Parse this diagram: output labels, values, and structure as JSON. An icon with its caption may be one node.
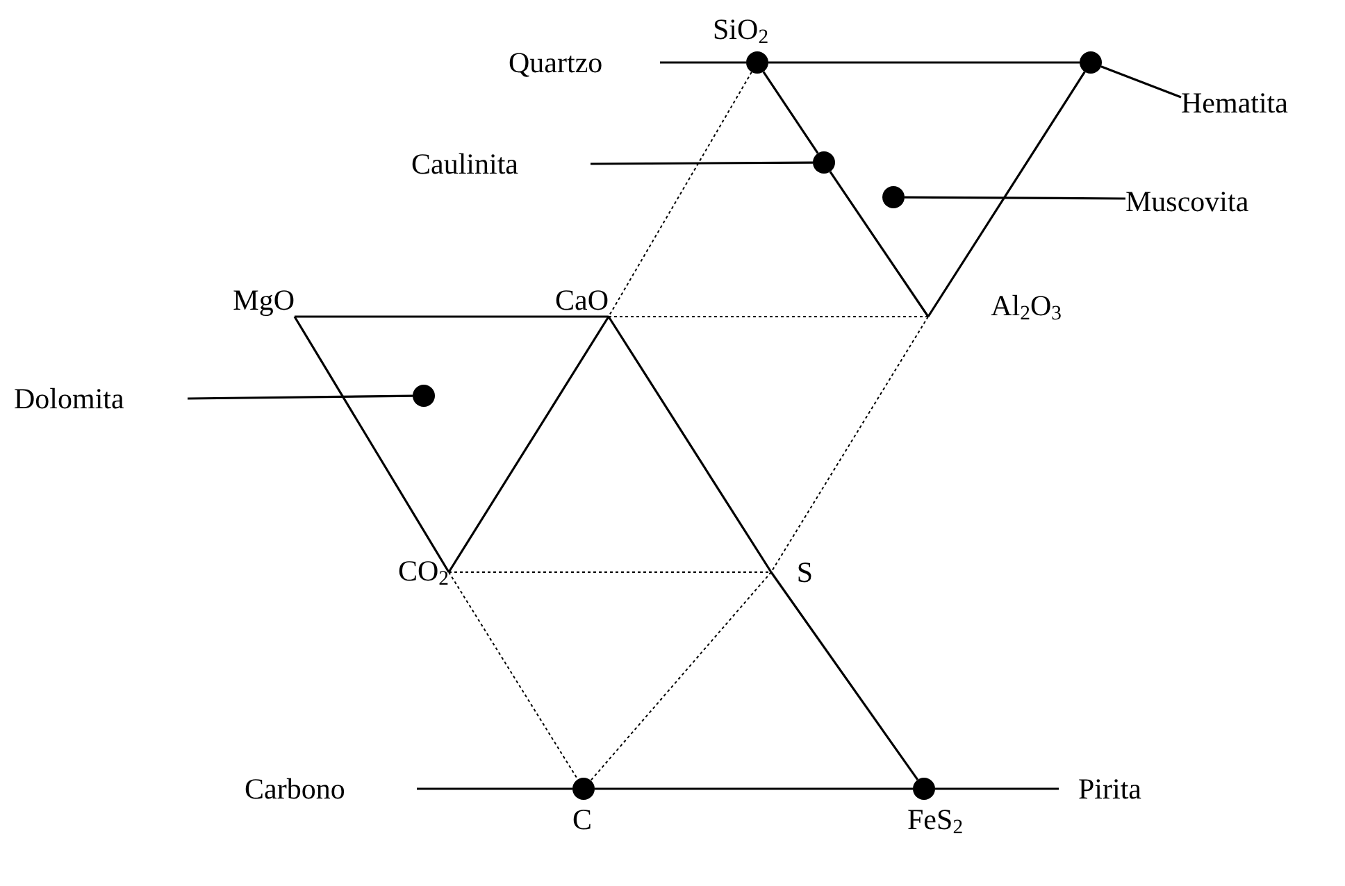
{
  "diagram": {
    "nodes": [
      {
        "text": [
          "MgO"
        ]
      },
      {
        "text": [
          "CaO"
        ]
      },
      {
        "text": [
          "Al$_{2}$O$_{3}$"
        ]
      },
      {
        "text": [
          "CO$_{2}$"
        ]
      },
      {
        "text": [
          "S"
        ]
      },
      {
        "text": [],
        "shape": "circle",
        "beside": [
          "SiO$_{2}$"
        ]
      },
      {
        "text": [],
        "shape": "circle"
      },
      {
        "text": [],
        "shape": "circle"
      },
      {
        "text": [],
        "shape": "circle"
      },
      {
        "text": [],
        "shape": "circle"
      },
      {
        "text": [],
        "shape": "circle",
        "beside": [
          "C"
        ]
      },
      {
        "text": [],
        "shape": "circle",
        "beside": [
          "FeS$_{2}$"
        ]
      },
      {
        "text": [
          "Quartzo"
        ]
      },
      {
        "text": [
          "Hematita"
        ]
      },
      {
        "text": [
          "Caulinita"
        ]
      },
      {
        "text": [
          "Muscovita"
        ]
      },
      {
        "text": [
          "Dolomita"
        ]
      },
      {
        "text": [
          "Carbono"
        ]
      },
      {
        "text": [
          "Pirita"
        ]
      }
    ],
    "edges": [
      {
        "from": 5,
        "to": 6,
        "arrow": "none"
      },
      {
        "from": 6,
        "to": 2,
        "arrow": "none"
      },
      {
        "from": 5,
        "to": 7,
        "arrow": "none"
      },
      {
        "from": 7,
        "to": 2,
        "arrow": "none"
      },
      {
        "from": 0,
        "to": 1,
        "arrow": "none"
      },
      {
        "from": 0,
        "to": 3,
        "arrow": "none"
      },
      {
        "from": 3,
        "to": 1,
        "arrow": "none"
      },
      {
        "from": 1,
        "to": 4,
        "arrow": "none"
      },
      {
        "from": 4,
        "to": 11,
        "arrow": "none"
      },
      {
        "from": 10,
        "to": 11,
        "arrow": "none"
      },
      {
        "from": 5,
        "to": 1,
        "arrow": "none",
        "style": "dashed"
      },
      {
        "from": 1,
        "to": 2,
        "arrow": "none",
        "style": "dashed"
      },
      {
        "from": 2,
        "to": 4,
        "arrow": "none",
        "style": "dashed"
      },
      {
        "from": 3,
        "to": 4,
        "arrow": "none",
        "style": "dashed"
      },
      {
        "from": 3,
        "to": 10,
        "arrow": "none",
        "style": "dashed"
      },
      {
        "from": 4,
        "to": 10,
        "arrow": "none",
        "style": "dashed"
      },
      {
        "from": 12,
        "to": 5,
        "arrow": "none"
      },
      {
        "from": 13,
        "to": 6,
        "arrow": "none"
      },
      {
        "from": 14,
        "to": 7,
        "arrow": "none"
      },
      {
        "from": 15,
        "to": 8,
        "arrow": "none"
      },
      {
        "from": 16,
        "to": 9,
        "arrow": "none"
      },
      {
        "from": 17,
        "to": 10,
        "arrow": "none"
      },
      {
        "from": 18,
        "to": 11,
        "arrow": "none"
      }
    ]
  }
}
